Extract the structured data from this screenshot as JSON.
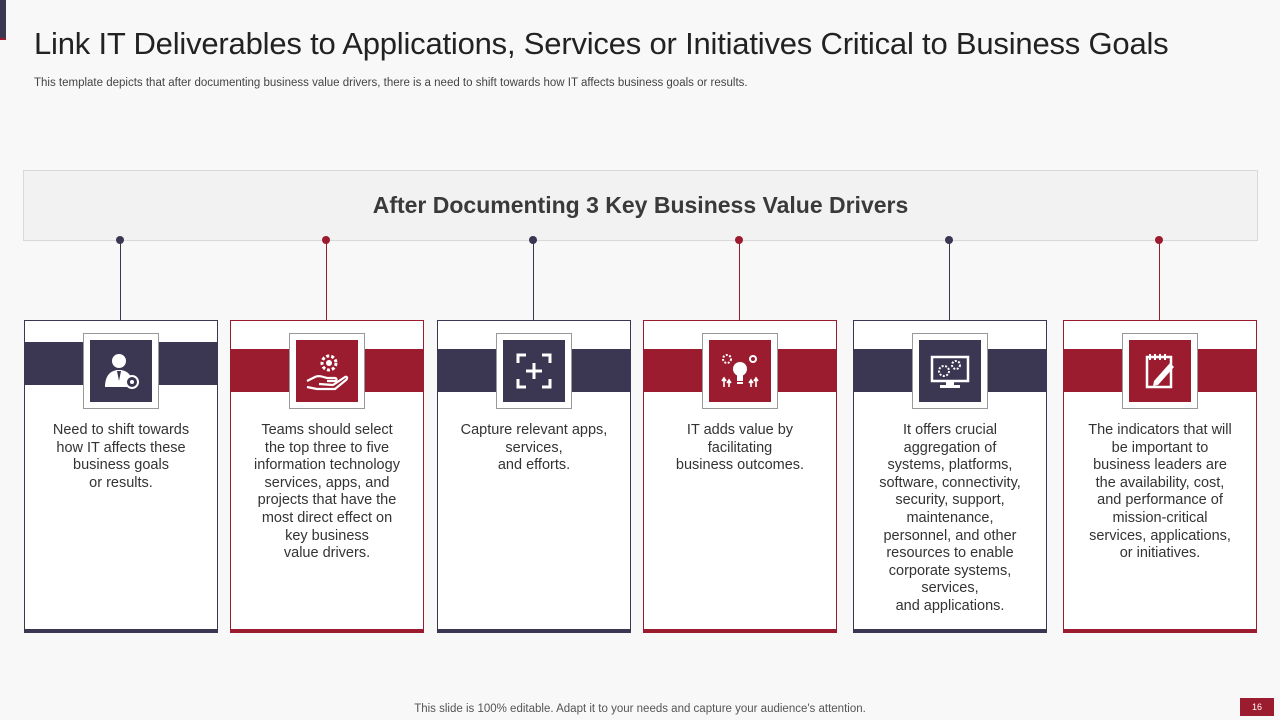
{
  "header": {
    "title": "Link IT Deliverables  to Applications,  Services or Initiatives Critical to Business Goals",
    "subtitle": "This template depicts that after documenting business value drivers, there is a need to  shift towards how IT  affects business goals or results."
  },
  "banner": {
    "text": "After Documenting 3 Key Business Value Drivers"
  },
  "colors": {
    "navy": "#3b3752",
    "crimson": "#9b1c2f"
  },
  "cards": [
    {
      "icon": "businessman-gear-icon",
      "color": "navy",
      "text": "Need to shift towards\nhow IT affects these\nbusiness goals\nor results."
    },
    {
      "icon": "hand-gear-icon",
      "color": "crimson",
      "text": "Teams should select\nthe top three to five\ninformation technology\nservices, apps, and\nprojects that have the\nmost direct effect on\nkey business\nvalue drivers."
    },
    {
      "icon": "focus-plus-icon",
      "color": "navy",
      "text": "Capture relevant apps,\nservices,\nand efforts."
    },
    {
      "icon": "lightbulb-gears-icon",
      "color": "crimson",
      "text": "IT adds value by\nfacilitating\nbusiness outcomes."
    },
    {
      "icon": "monitor-gears-icon",
      "color": "navy",
      "text": "It offers crucial\naggregation of\nsystems, platforms,\nsoftware, connectivity,\nsecurity, support,\nmaintenance,\npersonnel, and other\nresources to enable\ncorporate systems,\nservices,\nand applications."
    },
    {
      "icon": "notepad-pencil-icon",
      "color": "crimson",
      "text": "The indicators that will\nbe important to\nbusiness leaders are\nthe availability,  cost,\nand performance of\nmission-critical\nservices, applications,\nor initiatives."
    }
  ],
  "footer": {
    "note": "This slide is 100% editable. Adapt it to your needs and capture your audience's attention.",
    "page_number": "16"
  }
}
